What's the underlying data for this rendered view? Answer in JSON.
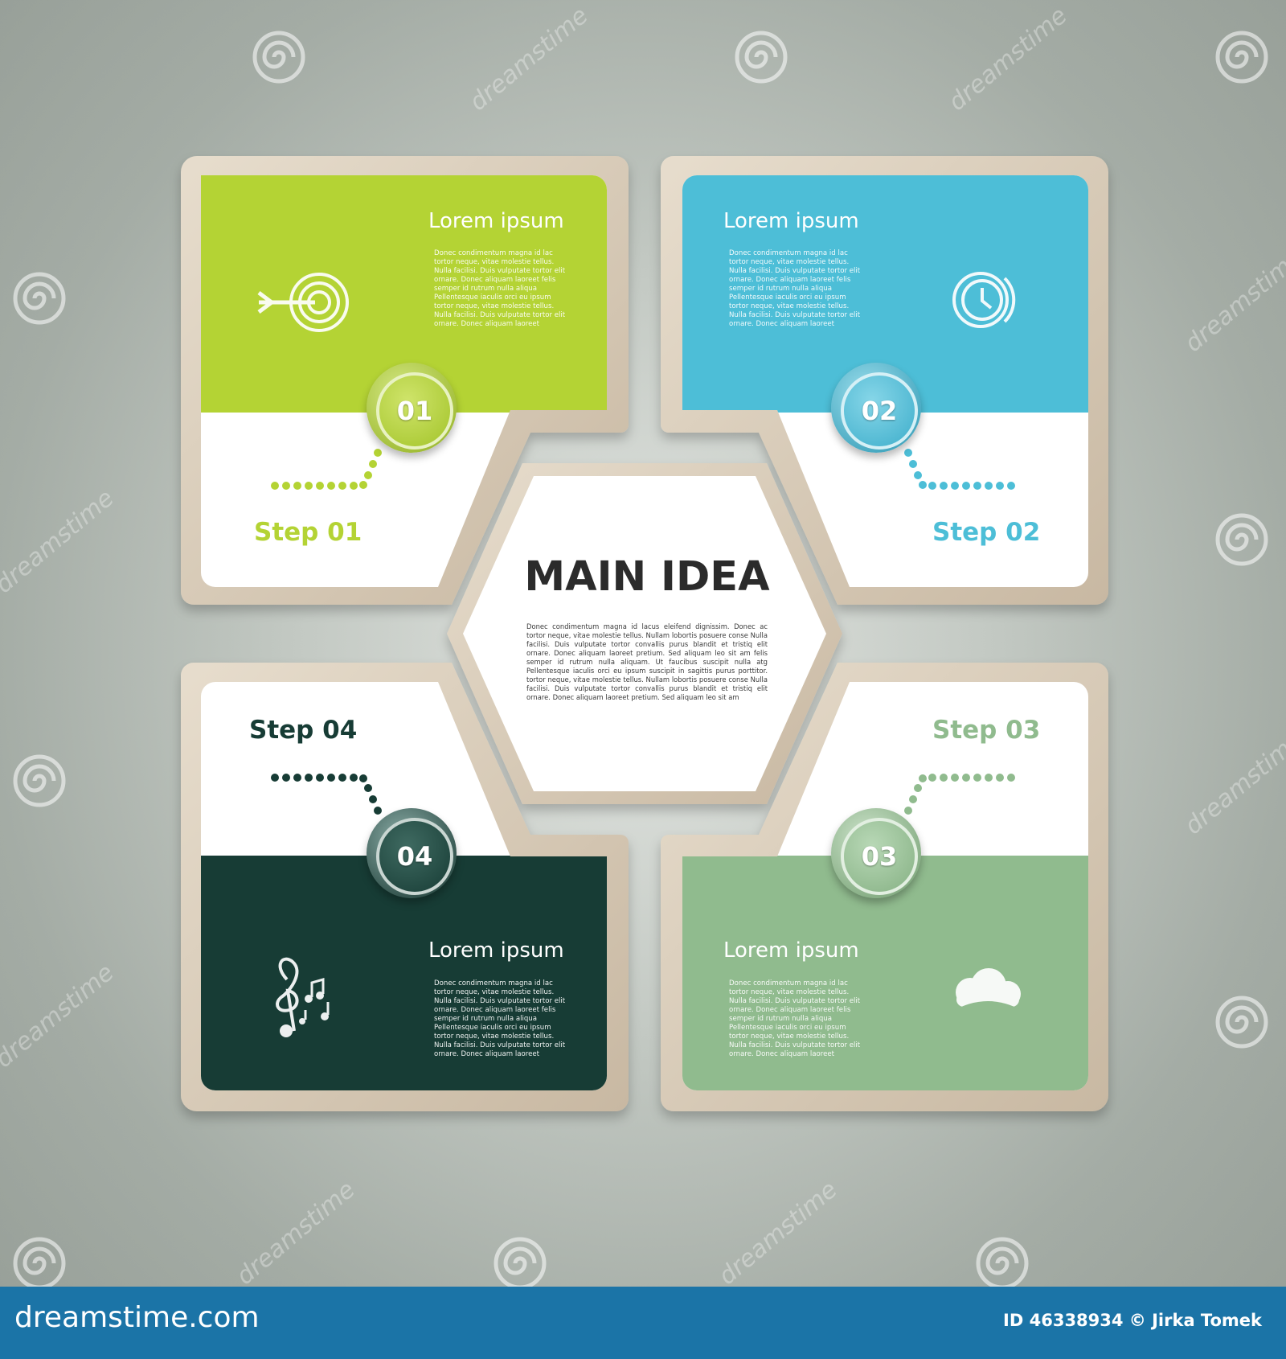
{
  "main": {
    "title": "MAIN IDEA",
    "body": "Donec condimentum magna id lacus eleifend dignissim. Donec ac tortor neque, vitae molestie tellus. Nullam lobortis posuere conse Nulla facilisi. Duis vulputate tortor convallis purus blandit et tristiq elit ornare. Donec aliquam laoreet pretium. Sed aliquam leo sit am felis semper id rutrum nulla aliquam. Ut faucibus suscipit nulla atg Pellentesque iaculis orci eu ipsum suscipit in sagittis purus porttitor. tortor neque, vitae molestie tellus. Nullam lobortis posuere conse Nulla facilisi. Duis vulputate tortor convallis purus blandit et tristiq elit ornare. Donec aliquam laoreet pretium. Sed aliquam leo sit am"
  },
  "steps": [
    {
      "number": "01",
      "label": "Step 01",
      "title": "Lorem ipsum",
      "icon": "target-arrow-icon",
      "color": "#b4d334",
      "body": "Donec condimentum magna id lac tortor neque, vitae molestie tellus. Nulla facilisi. Duis vulputate tortor elit ornare. Donec aliquam laoreet felis semper id rutrum nulla aliqua Pellentesque iaculis orci eu ipsum tortor neque, vitae molestie tellus. Nulla facilisi. Duis vulputate tortor elit ornare. Donec aliquam laoreet"
    },
    {
      "number": "02",
      "label": "Step 02",
      "title": "Lorem ipsum",
      "icon": "clock-icon",
      "color": "#4dbed7",
      "body": "Donec condimentum magna id lac tortor neque, vitae molestie tellus. Nulla facilisi. Duis vulputate tortor elit ornare. Donec aliquam laoreet felis semper id rutrum nulla aliqua Pellentesque iaculis orci eu ipsum tortor neque, vitae molestie tellus. Nulla facilisi. Duis vulputate tortor elit ornare. Donec aliquam laoreet"
    },
    {
      "number": "03",
      "label": "Step 03",
      "title": "Lorem ipsum",
      "icon": "cloud-icon",
      "color": "#90bb8e",
      "body": "Donec condimentum magna id lac tortor neque, vitae molestie tellus. Nulla facilisi. Duis vulputate tortor elit ornare. Donec aliquam laoreet felis semper id rutrum nulla aliqua Pellentesque iaculis orci eu ipsum tortor neque, vitae molestie tellus. Nulla facilisi. Duis vulputate tortor elit ornare. Donec aliquam laoreet"
    },
    {
      "number": "04",
      "label": "Step 04",
      "title": "Lorem ipsum",
      "icon": "music-notes-icon",
      "color": "#173c35",
      "body": "Donec condimentum magna id lac tortor neque, vitae molestie tellus. Nulla facilisi. Duis vulputate tortor elit ornare. Donec aliquam laoreet felis semper id rutrum nulla aliqua Pellentesque iaculis orci eu ipsum tortor neque, vitae molestie tellus. Nulla facilisi. Duis vulputate tortor elit ornare. Donec aliquam laoreet"
    }
  ],
  "watermark": {
    "text": "dreamstime"
  },
  "footer": {
    "logo": "dreamstime.com",
    "credit": "ID 46338934 © Jirka Tomek",
    "color": "#1b74a7"
  }
}
